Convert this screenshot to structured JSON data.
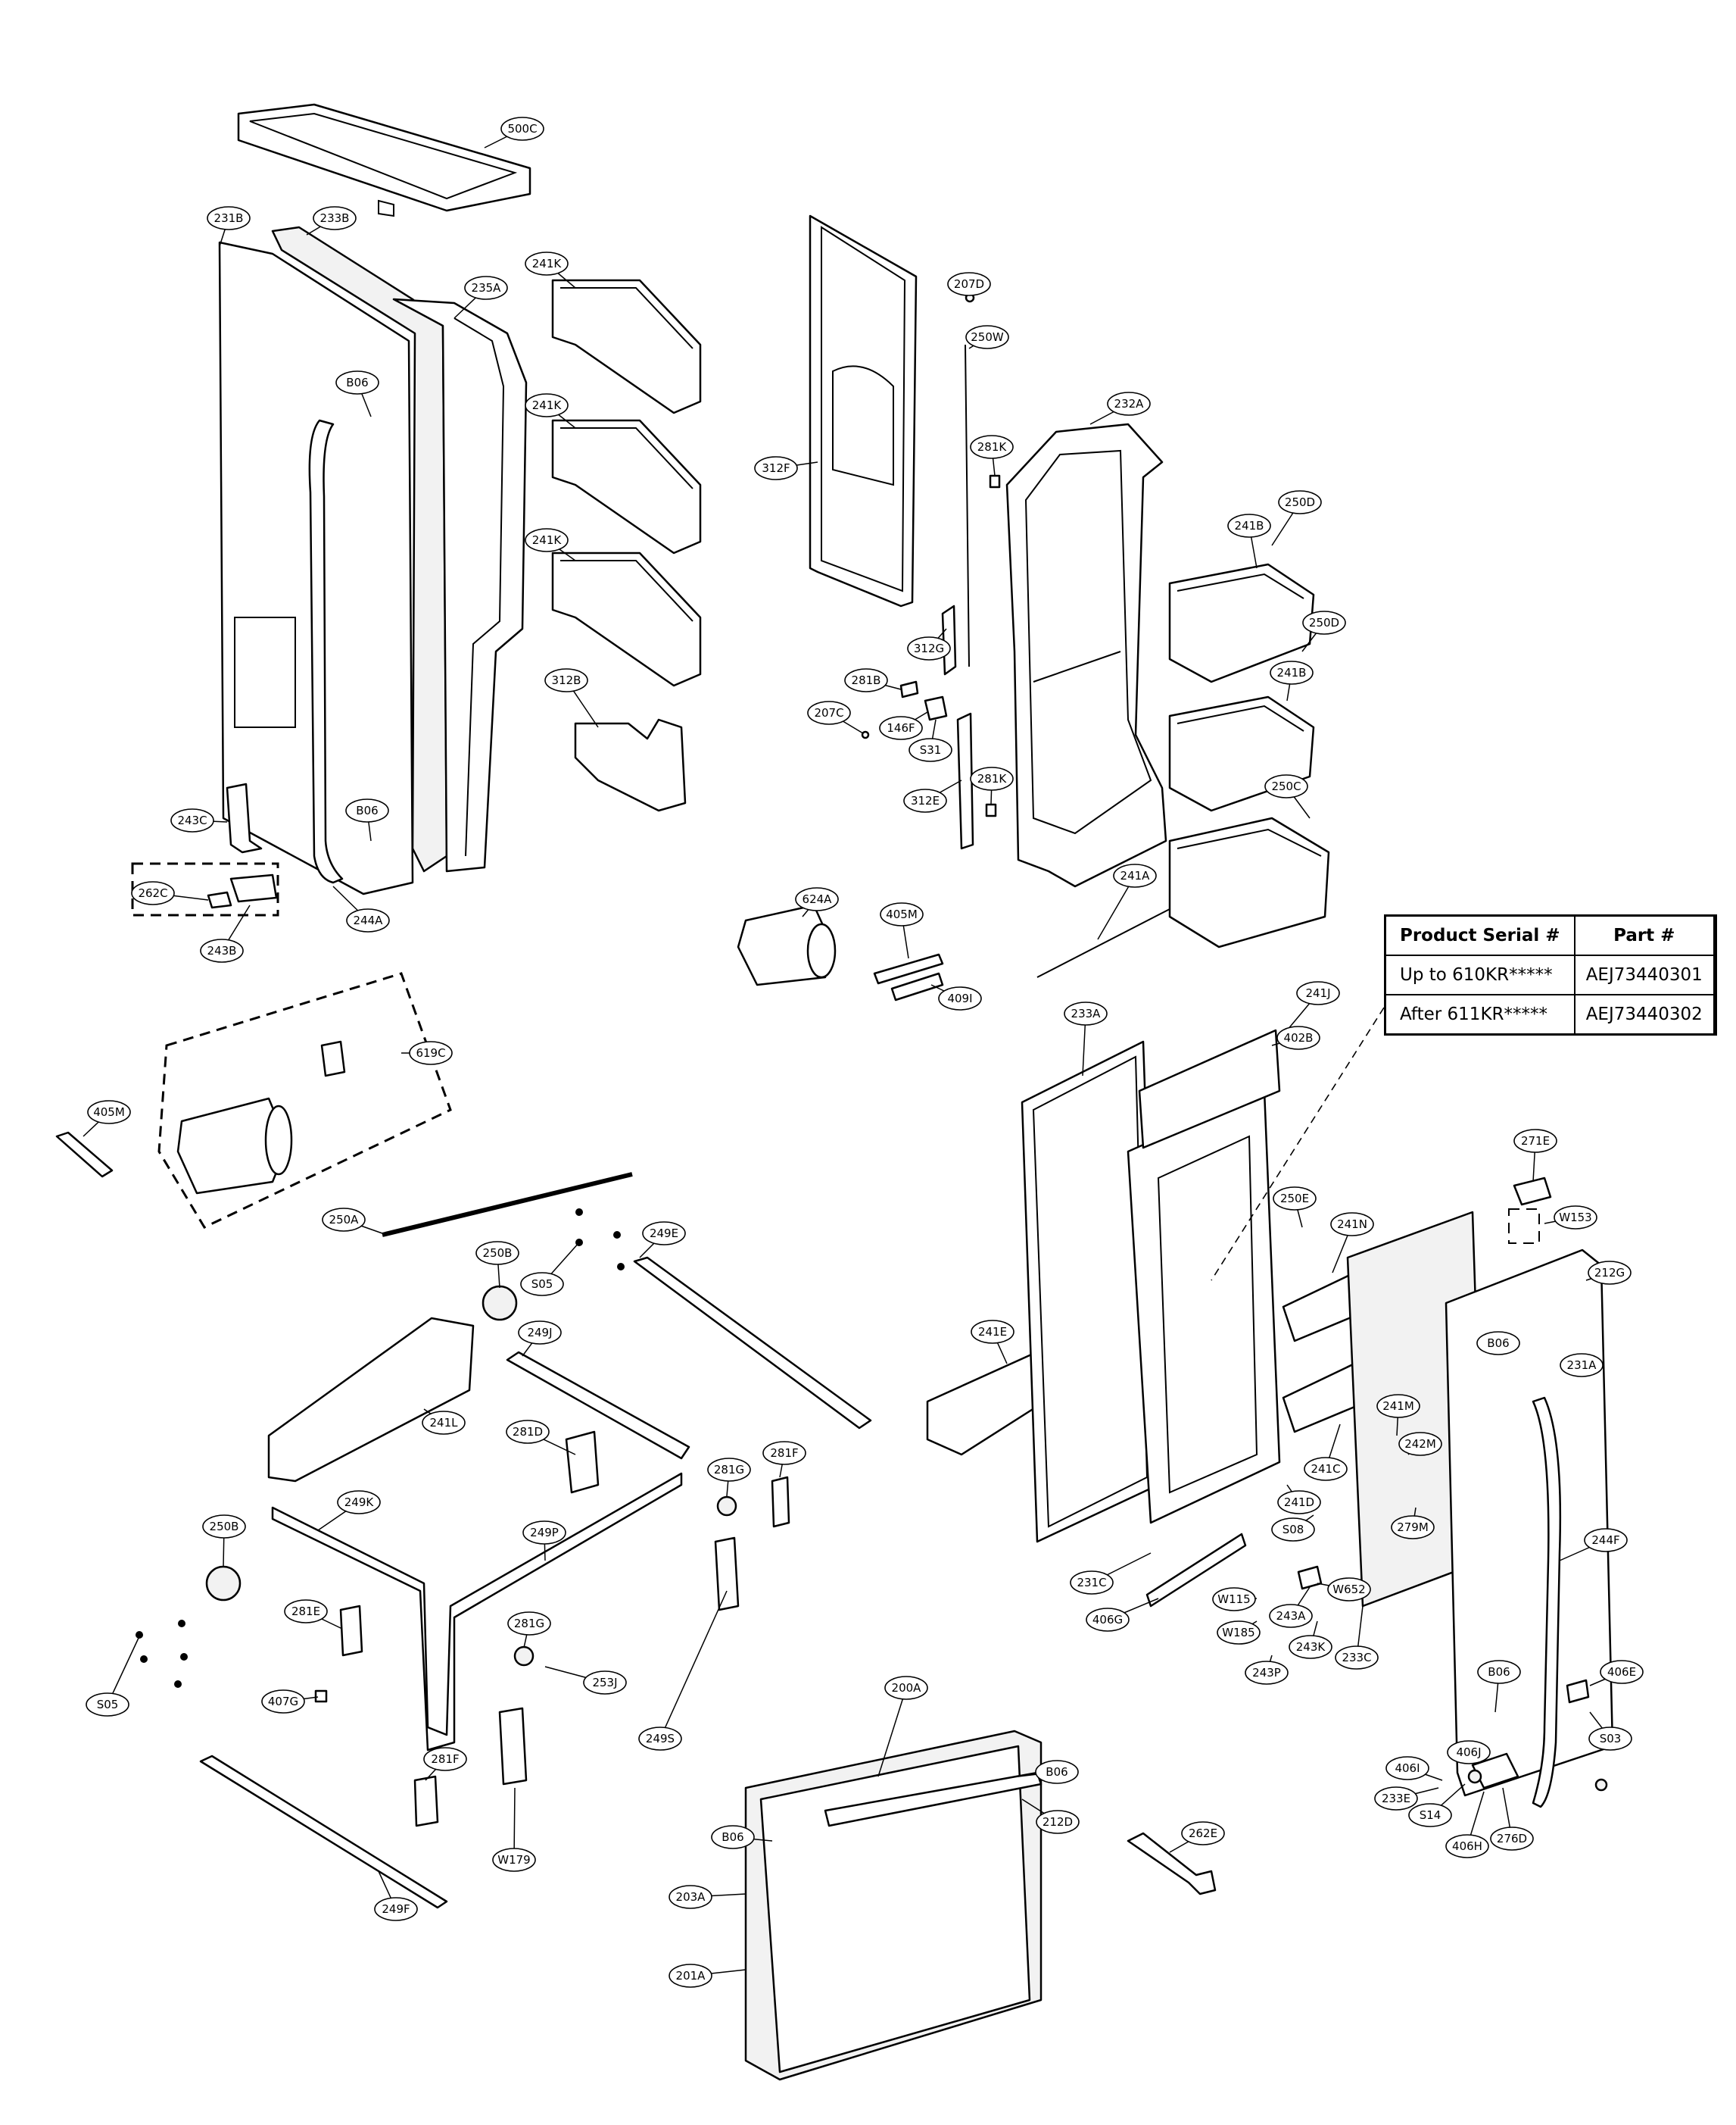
{
  "callouts": {
    "500C": "500C",
    "231B": "231B",
    "233B": "233B",
    "235A": "235A",
    "241K_1": "241K",
    "241K_2": "241K",
    "241K_3": "241K",
    "B06_1": "B06",
    "B06_2": "B06",
    "312B": "312B",
    "243C": "243C",
    "262C": "262C",
    "243B": "243B",
    "244A": "244A",
    "312F": "312F",
    "207D": "207D",
    "250W": "250W",
    "281K_1": "281K",
    "281K_2": "281K",
    "312G": "312G",
    "281B": "281B",
    "207C": "207C",
    "146F": "146F",
    "S31": "S31",
    "312E": "312E",
    "232A": "232A",
    "241B_1": "241B",
    "241B_2": "241B",
    "250D_1": "250D",
    "250D_2": "250D",
    "250C": "250C",
    "241A": "241A",
    "624A": "624A",
    "405M_1": "405M",
    "409I": "409I",
    "619C": "619C",
    "405M_2": "405M",
    "250A": "250A",
    "S05_1": "S05",
    "250B_1": "250B",
    "249E": "249E",
    "249J": "249J",
    "241L": "241L",
    "281D": "281D",
    "281G_1": "281G",
    "281F_1": "281F",
    "249K": "249K",
    "249P": "249P",
    "250B_2": "250B",
    "281E": "281E",
    "281G_2": "281G",
    "253J": "253J",
    "407G": "407G",
    "249S": "249S",
    "S05_2": "S05",
    "281F_2": "281F",
    "W179": "W179",
    "249F": "249F",
    "233A": "233A",
    "241J": "241J",
    "402B": "402B",
    "241E": "241E",
    "250E": "250E",
    "241N": "241N",
    "271E": "271E",
    "W153": "W153",
    "212G": "212G",
    "B06_3": "B06",
    "231A": "231A",
    "241M": "241M",
    "242M": "242M",
    "241C": "241C",
    "241D": "241D",
    "S08": "S08",
    "279M": "279M",
    "244F": "244F",
    "231C": "231C",
    "406G": "406G",
    "W115": "W115",
    "W652": "W652",
    "243A": "243A",
    "W185": "W185",
    "243K": "243K",
    "243P": "243P",
    "233C": "233C",
    "B06_4": "B06",
    "406E": "406E",
    "S03": "S03",
    "406I": "406I",
    "406J": "406J",
    "233E": "233E",
    "S14": "S14",
    "406H": "406H",
    "276D": "276D",
    "262E": "262E",
    "200A": "200A",
    "B06_5": "B06",
    "B06_6": "B06",
    "212D": "212D",
    "203A": "203A",
    "201A": "201A"
  },
  "serial_table": {
    "headers": [
      "Product Serial #",
      "Part #"
    ],
    "rows": [
      [
        "Up to 610KR*****",
        "AEJ73440301"
      ],
      [
        "After 611KR*****",
        "AEJ73440302"
      ]
    ]
  }
}
